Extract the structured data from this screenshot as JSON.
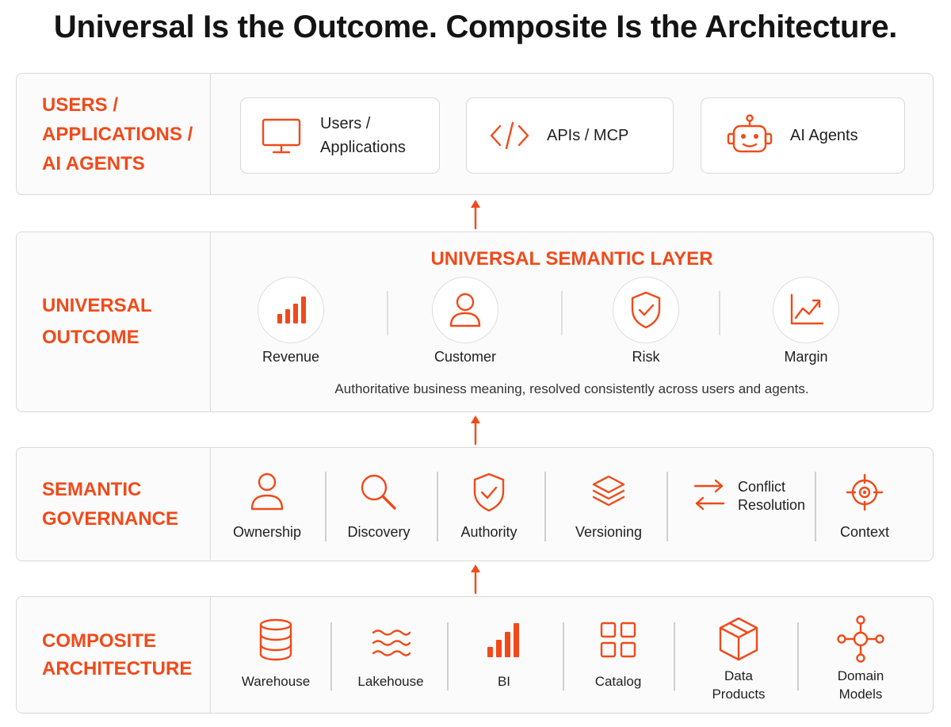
{
  "title": "Universal Is the Outcome. Composite Is the Architecture.",
  "colors": {
    "accent": "#f04a1a",
    "border": "#d9d9d9",
    "panel_bg": "#fbfbfb",
    "text": "#1f1f1f"
  },
  "consumers": {
    "label": "USERS /\nAPPLICATIONS /\nAI AGENTS",
    "items": [
      {
        "label": "Users /\nApplications",
        "icon": "monitor-icon"
      },
      {
        "label": "APIs / MCP",
        "icon": "code-brackets-icon"
      },
      {
        "label": "AI Agents",
        "icon": "robot-icon"
      }
    ]
  },
  "outcome": {
    "label": "UNIVERSAL\nOUTCOME",
    "layer_title": "UNIVERSAL SEMANTIC LAYER",
    "items": [
      {
        "label": "Revenue",
        "icon": "bar-chart-icon"
      },
      {
        "label": "Customer",
        "icon": "user-icon"
      },
      {
        "label": "Risk",
        "icon": "shield-check-icon"
      },
      {
        "label": "Margin",
        "icon": "trend-chart-icon"
      }
    ],
    "caption": "Authoritative business meaning, resolved consistently across users and agents."
  },
  "governance": {
    "label": "SEMANTIC\nGOVERNANCE",
    "items": [
      {
        "label": "Ownership",
        "icon": "user-icon"
      },
      {
        "label": "Discovery",
        "icon": "magnifier-icon"
      },
      {
        "label": "Authority",
        "icon": "shield-check-icon"
      },
      {
        "label": "Versioning",
        "icon": "layers-icon"
      },
      {
        "label": "Conflict\nResolution",
        "icon": "swap-arrows-icon"
      },
      {
        "label": "Context",
        "icon": "target-icon"
      }
    ]
  },
  "architecture": {
    "label": "COMPOSITE\nARCHITECTURE",
    "items": [
      {
        "label": "Warehouse",
        "icon": "database-icon"
      },
      {
        "label": "Lakehouse",
        "icon": "waves-icon"
      },
      {
        "label": "BI",
        "icon": "bar-chart-icon"
      },
      {
        "label": "Catalog",
        "icon": "grid-icon"
      },
      {
        "label": "Data\nProducts",
        "icon": "cube-icon"
      },
      {
        "label": "Domain\nModels",
        "icon": "network-icon"
      }
    ]
  }
}
